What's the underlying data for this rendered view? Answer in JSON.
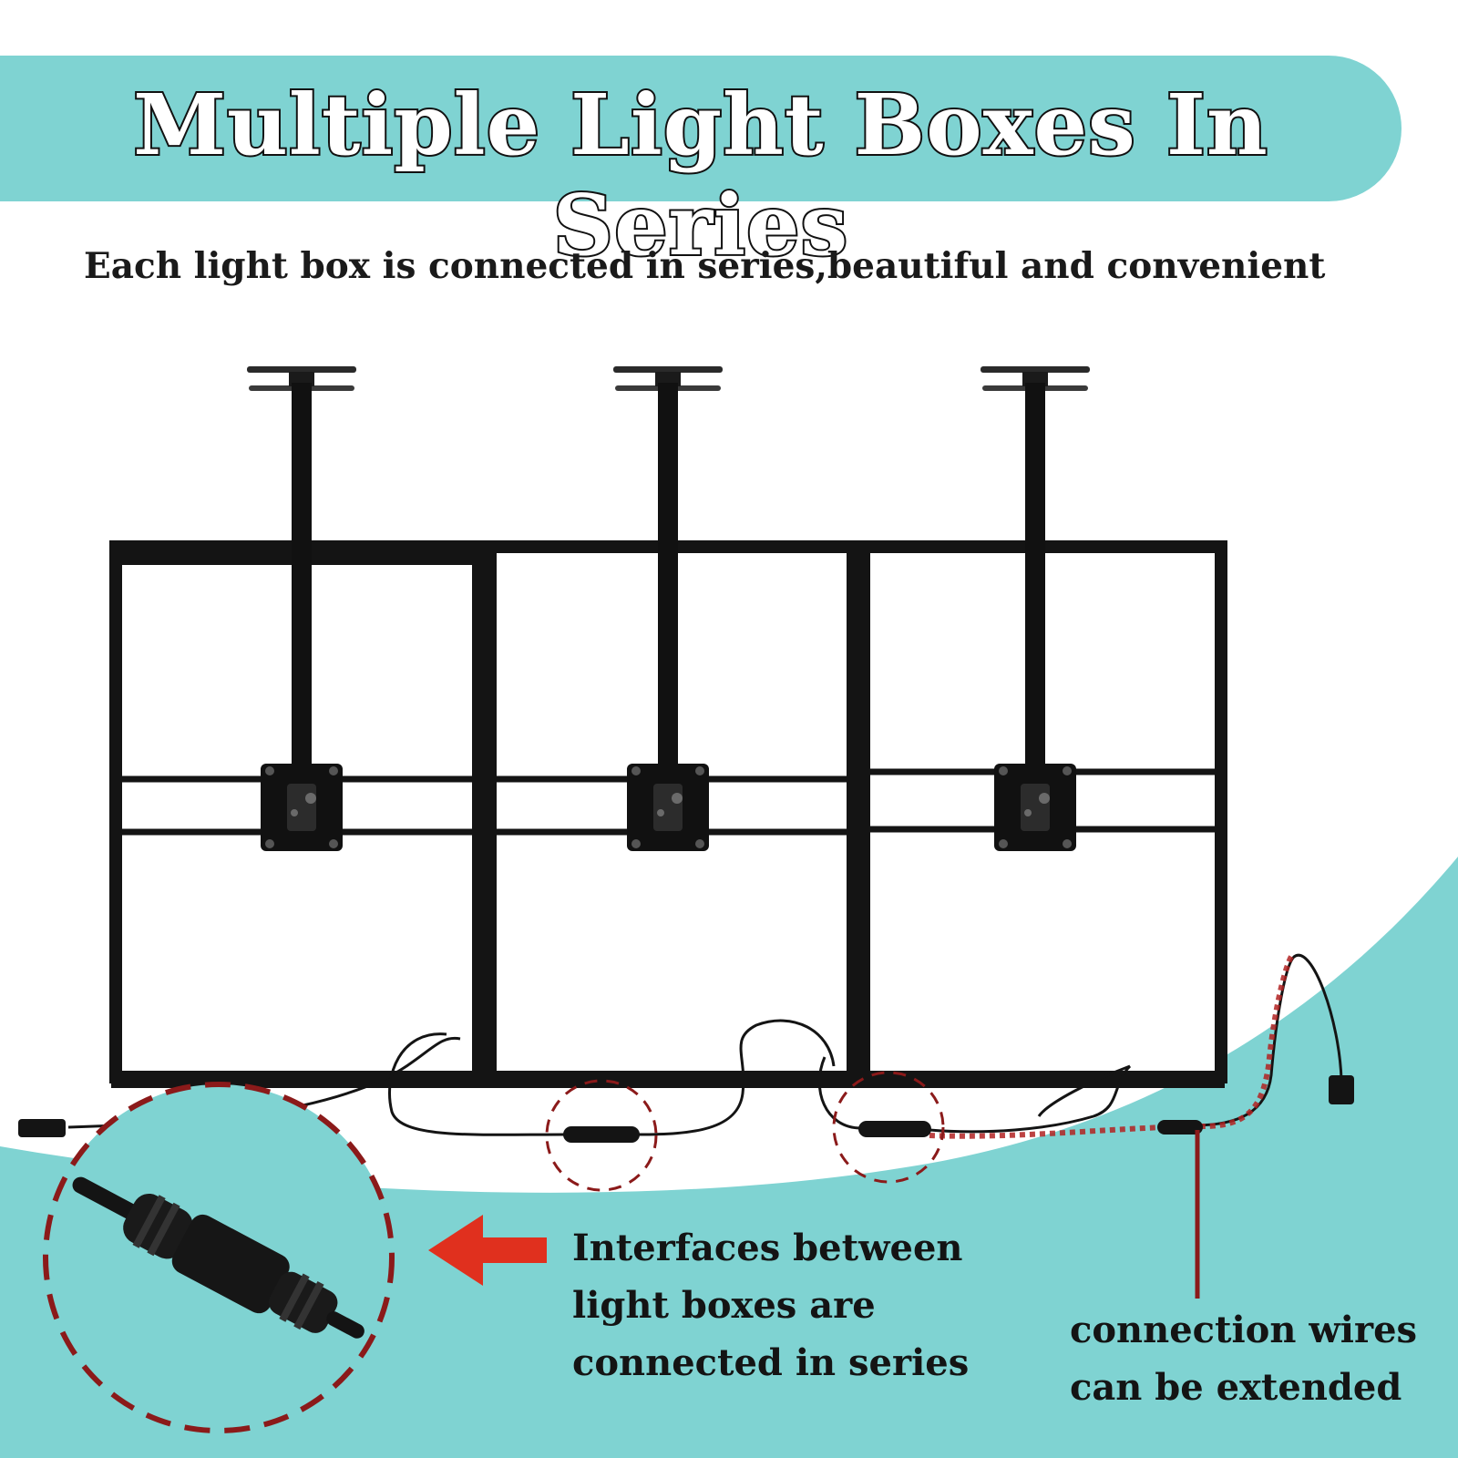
{
  "title": "Multiple Light Boxes In Series",
  "subtitle": "Each light box is connected in series,beautiful and convenient",
  "callouts": {
    "interfaces": {
      "line1": "Interfaces between",
      "line2": "light boxes are",
      "line3": "connected in series"
    },
    "wires": {
      "line1": "connection wires",
      "line2": "can be extended"
    }
  },
  "colors": {
    "accent_teal": "#7fd3d2",
    "callout_red": "#8b1a1a",
    "arrow_red": "#e0301e",
    "frame_black": "#141414"
  }
}
